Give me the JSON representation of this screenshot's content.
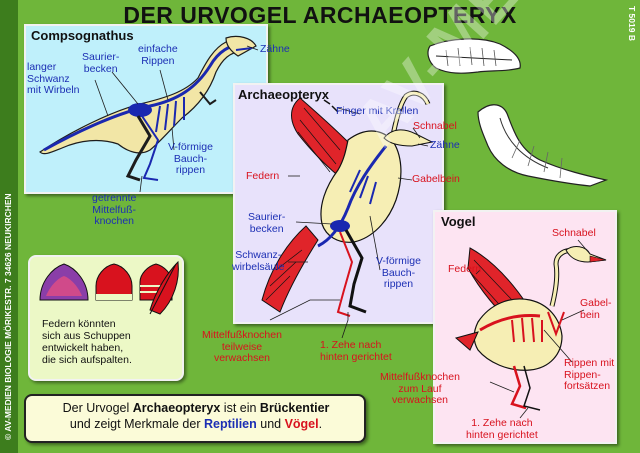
{
  "title": "DER URVOGEL ARCHAEOPTERYX",
  "sidebar": {
    "left_text": "© AV-MEDIEN   BIOLOGIE   MÖRIKESTR. 7   34626 NEUKIRCHEN",
    "right_text": "T 5019 B"
  },
  "watermark": "AV-MEDIEN",
  "compsognathus": {
    "title": "Compsognathus",
    "labels": {
      "schwanz": "langer\nSchwanz\nmit Wirbeln",
      "becken": "Saurier-\nbecken",
      "rippen": "einfache\nRippen",
      "zaehne": "Zähne",
      "bauchrippen": "V-förmige\nBauch-\nrippen",
      "mittelfuss": "getrennte\nMittelfuß-\nknochen"
    }
  },
  "archaeopteryx": {
    "title": "Archaeopteryx",
    "labels": {
      "finger": "Finger mit Krallen",
      "schnabel": "Schnabel",
      "zaehne": "Zähne",
      "federn": "Federn",
      "gabelbein": "Gabelbein",
      "becken": "Saurier-\nbecken",
      "schwanz": "Schwanz-\nwirbelsäule",
      "bauchrippen": "V-förmige\nBauch-\nrippen",
      "mittelfuss": "Mittelfußknochen\nteilweise\nverwachsen",
      "zehe": "1. Zehe nach\nhinten gerichtet"
    }
  },
  "vogel": {
    "title": "Vogel",
    "labels": {
      "schnabel": "Schnabel",
      "federn": "Federn",
      "gabelbein": "Gabel-\nbein",
      "rippen": "Rippen mit\nRippen-\nfortsätzen",
      "mittelfuss": "Mittelfußknochen\nzum Lauf\nverwachsen",
      "zehe": "1. Zehe nach\nhinten gerichtet"
    }
  },
  "feather_box": {
    "text": "Federn könnten\nsich aus Schuppen\nentwickelt haben,\ndie sich aufspalten."
  },
  "summary": {
    "part1": "Der Urvogel ",
    "part2": "Archaeopteryx",
    "part3": " ist ein ",
    "part4": "Brückentier",
    "part5": "und zeigt Merkmale der ",
    "part6": "Reptilien",
    "part7": " und  ",
    "part8": "Vögel",
    "part9": "."
  },
  "colors": {
    "background": "#6fb63a",
    "compsognathus_panel": "#bff0fb",
    "archaeopteryx_panel": "#e8e2fb",
    "vogel_panel": "#fde4f2",
    "reptile_label": "#1c2fb4",
    "bird_label": "#d8121e"
  }
}
